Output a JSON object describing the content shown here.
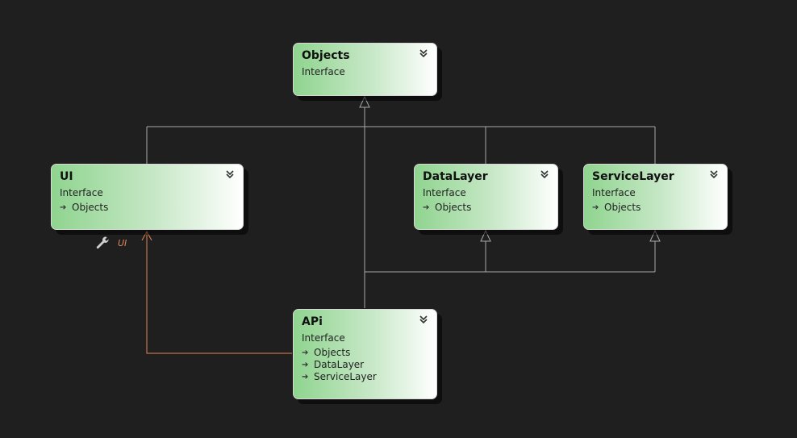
{
  "shapes": {
    "objects": {
      "title": "Objects",
      "stereotype": "Interface",
      "deps": []
    },
    "ui": {
      "title": "UI",
      "stereotype": "Interface",
      "deps": [
        "Objects"
      ]
    },
    "datalayer": {
      "title": "DataLayer",
      "stereotype": "Interface",
      "deps": [
        "Objects"
      ]
    },
    "servicelayer": {
      "title": "ServiceLayer",
      "stereotype": "Interface",
      "deps": [
        "Objects"
      ]
    },
    "api": {
      "title": "APi",
      "stereotype": "Interface",
      "deps": [
        "Objects",
        "DataLayer",
        "ServiceLayer"
      ]
    }
  },
  "usage_label": "UI",
  "colors": {
    "background": "#1f1f1f",
    "connector": "#a8a8a8",
    "usage_connector": "#e0865a"
  },
  "icons": {
    "collapse": "double-chevron-down-icon",
    "dependency": "arrow-right-icon",
    "usage": "wrench-icon"
  }
}
